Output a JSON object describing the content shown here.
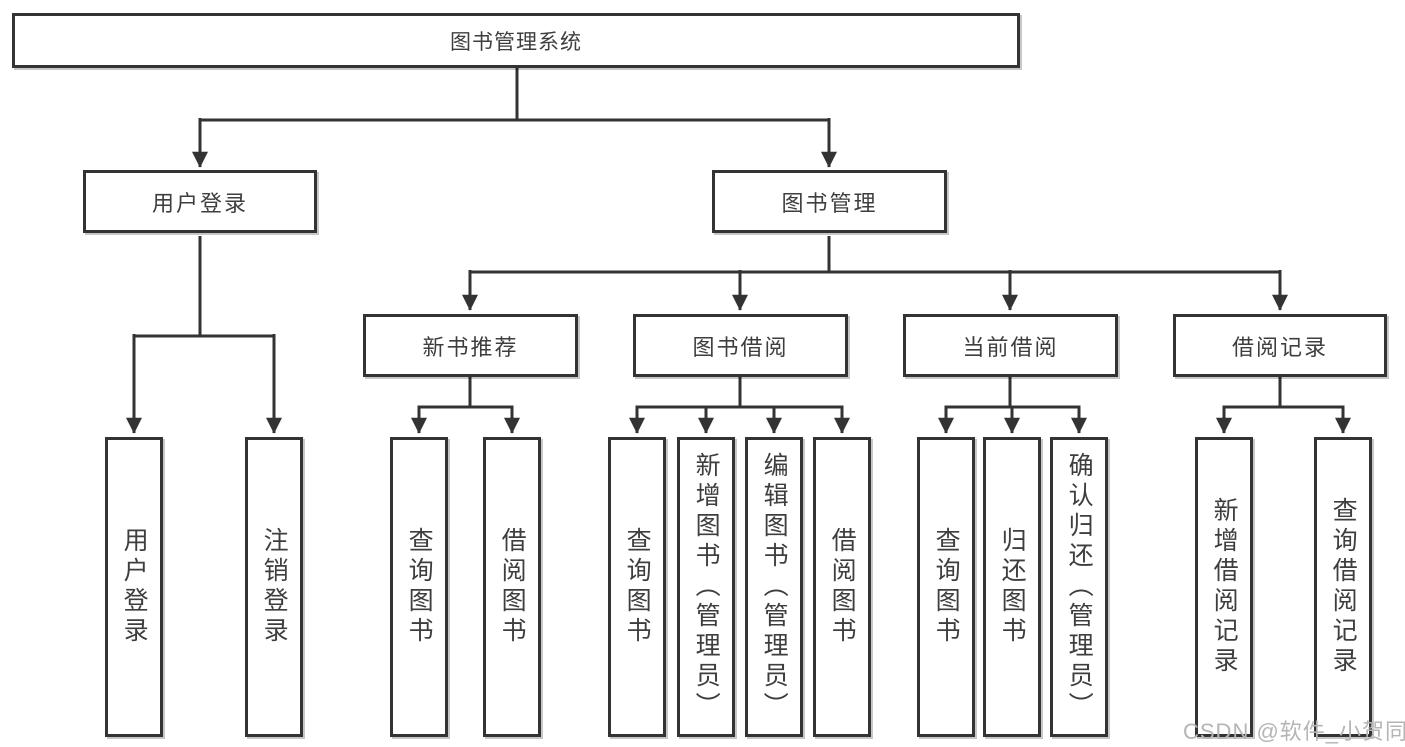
{
  "diagram": {
    "root": {
      "label": "图书管理系统"
    },
    "level2": [
      {
        "label": "用户登录",
        "parent": "图书管理系统"
      },
      {
        "label": "图书管理",
        "parent": "图书管理系统"
      }
    ],
    "level3": [
      {
        "label": "新书推荐",
        "parent": "图书管理"
      },
      {
        "label": "图书借阅",
        "parent": "图书管理"
      },
      {
        "label": "当前借阅",
        "parent": "图书管理"
      },
      {
        "label": "借阅记录",
        "parent": "图书管理"
      }
    ],
    "leaves": [
      {
        "label": "用户登录",
        "parent": "用户登录"
      },
      {
        "label": "注销登录",
        "parent": "用户登录"
      },
      {
        "label": "查询图书",
        "parent": "新书推荐"
      },
      {
        "label": "借阅图书",
        "parent": "新书推荐"
      },
      {
        "label": "查询图书",
        "parent": "图书借阅"
      },
      {
        "label": "新增图书（管理员）",
        "parent": "图书借阅"
      },
      {
        "label": "编辑图书（管理员）",
        "parent": "图书借阅"
      },
      {
        "label": "借阅图书",
        "parent": "图书借阅"
      },
      {
        "label": "查询图书",
        "parent": "当前借阅"
      },
      {
        "label": "归还图书",
        "parent": "当前借阅"
      },
      {
        "label": "确认归还（管理员）",
        "parent": "当前借阅"
      },
      {
        "label": "新增借阅记录",
        "parent": "借阅记录"
      },
      {
        "label": "查询借阅记录",
        "parent": "借阅记录"
      }
    ]
  },
  "colors": {
    "line": "#333333",
    "text": "#3e3e3e",
    "watermark": "#b5b5b5"
  },
  "watermark": {
    "text": "CSDN @软件_小贺同学"
  }
}
